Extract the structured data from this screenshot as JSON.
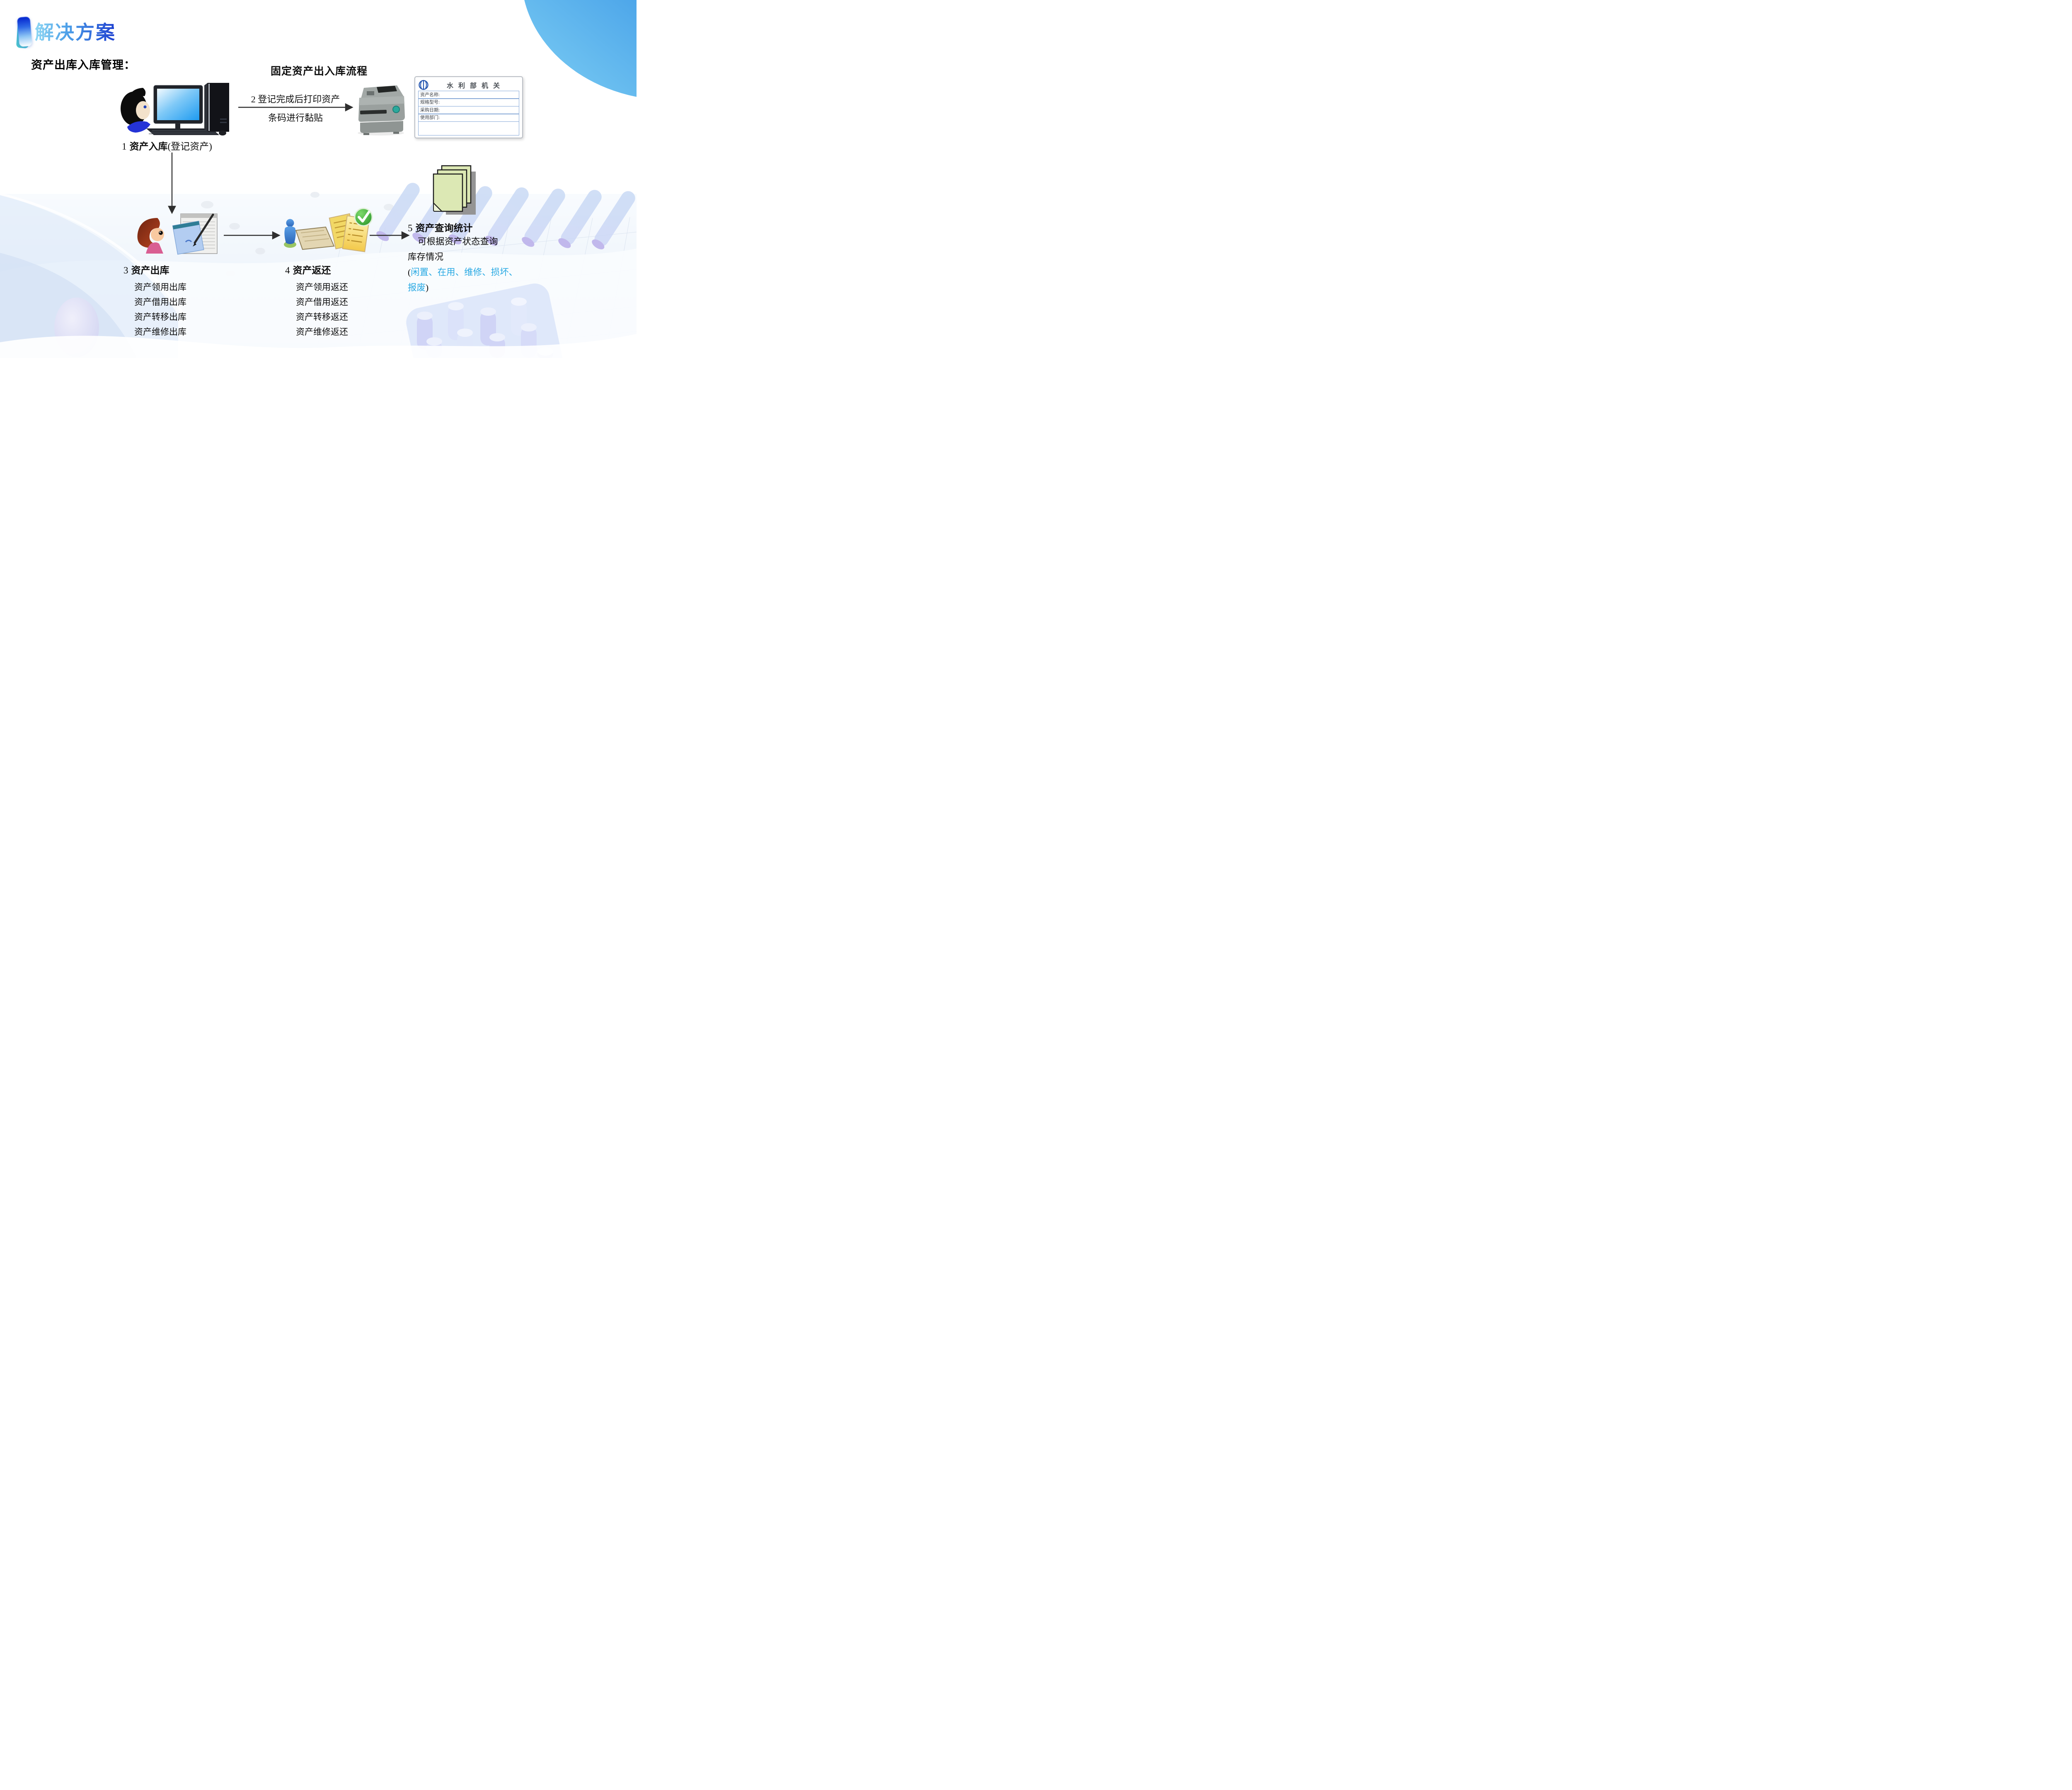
{
  "header": {
    "title": "解决方案"
  },
  "intro": {
    "label": "资产出库入库管理："
  },
  "diagram": {
    "title": "固定资产出入库流程",
    "step1": {
      "number": "1",
      "title": "资产入库",
      "suffix": "(登记资产)"
    },
    "step2": {
      "line1": "2 登记完成后打印资产",
      "line2": "条码进行黏贴"
    },
    "step3": {
      "number": "3",
      "title": "资产出库",
      "items": [
        "资产领用出库",
        "资产借用出库",
        "资产转移出库",
        "资产维修出库"
      ]
    },
    "step4": {
      "number": "4",
      "title": "资产返还",
      "items": [
        "资产领用返还",
        "资产借用返还",
        "资产转移返还",
        "资产维修返还"
      ]
    },
    "step5": {
      "number": "5",
      "title": "资产查询统计",
      "desc_line1": "可根据资产状态查询",
      "desc_line2": "库存情况",
      "paren_open": "(",
      "status_line1": "闲置、在用、维修、损坏、",
      "status_line2": "报废",
      "paren_close": ")"
    }
  },
  "asset_label": {
    "org_name": "水 利 部 机 关",
    "fields": [
      "资产名称:",
      "规格型号:",
      "采购日期:",
      "使用部门:"
    ]
  },
  "icons": {
    "computer_user": "person-at-computer",
    "printer": "barcode-label-printer",
    "asset_out": "clerk-with-notepad",
    "asset_return": "person-with-checklist",
    "asset_query": "green-document-stack",
    "org_logo": "ministry-of-water-resources-logo"
  },
  "colors": {
    "status_text_blue": "#29a9e3",
    "title_gradient_start": "#8fd8f4",
    "title_gradient_end": "#1c3ed0",
    "corner_circle_light": "#7fd0f4",
    "corner_circle_dark": "#2a6bd1",
    "label_field_border": "#84a7d6",
    "printer_button_teal": "#2ba99c",
    "query_doc_green": "#dce8b4",
    "return_doc_yellow": "#f5d75e"
  }
}
